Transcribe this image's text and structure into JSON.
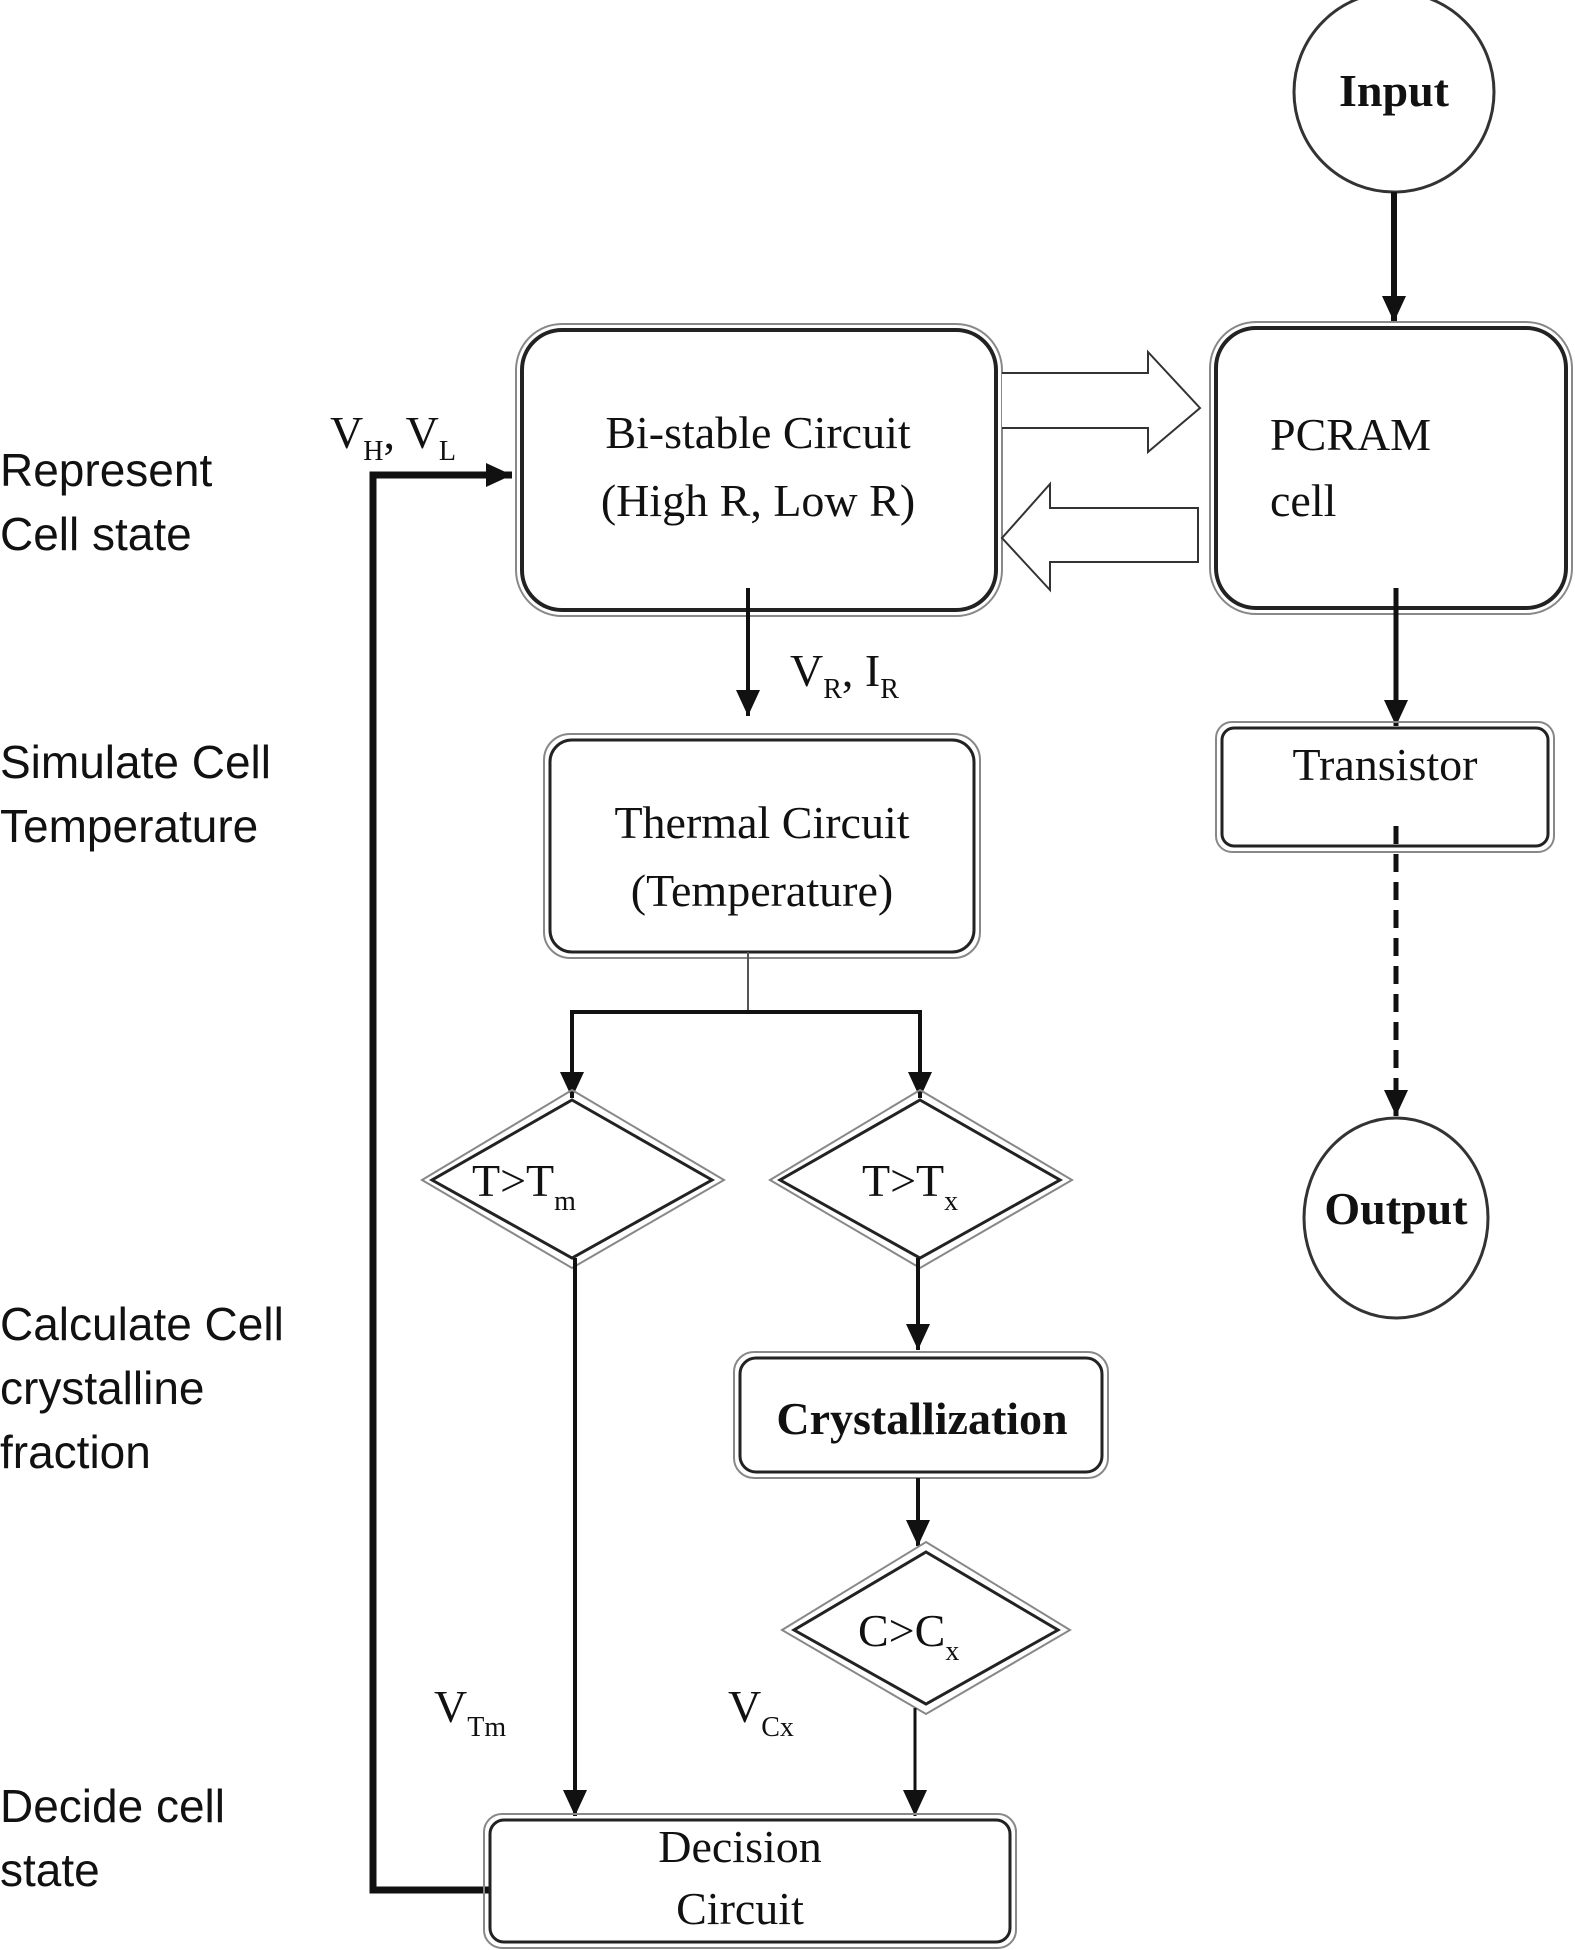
{
  "stages": [
    {
      "line1": "Represent",
      "line2": "Cell state"
    },
    {
      "line1": "Simulate Cell",
      "line2": "Temperature"
    },
    {
      "line1": "Calculate Cell",
      "line2": "crystalline",
      "line3": "fraction"
    },
    {
      "line1": "Decide cell",
      "line2": "state"
    }
  ],
  "nodes": {
    "input": "Input",
    "output": "Output",
    "bistable": {
      "line1": "Bi-stable Circuit",
      "line2": "(High R, Low R)"
    },
    "pcram": {
      "line1": "PCRAM",
      "line2": "cell"
    },
    "transistor": "Transistor",
    "thermal": {
      "line1": "Thermal Circuit",
      "line2": "(Temperature)"
    },
    "cond_tm": {
      "main": "T>T",
      "sub": "m"
    },
    "cond_tx": {
      "main": "T>T",
      "sub": "x"
    },
    "crystallization": "Crystallization",
    "cond_cx": {
      "main": "C>C",
      "sub": "x"
    },
    "decision": {
      "line1": "Decision",
      "line2": "Circuit"
    }
  },
  "signals": {
    "vh_vl": {
      "v1": "V",
      "s1": "H",
      "sep": ", ",
      "v2": "V",
      "s2": "L"
    },
    "vr_ir": {
      "v1": "V",
      "s1": "R",
      "sep": ", ",
      "v2": "I",
      "s2": "R"
    },
    "vtm": {
      "v": "V",
      "s": "Tm"
    },
    "vcx": {
      "v": "V",
      "s": "Cx"
    }
  }
}
